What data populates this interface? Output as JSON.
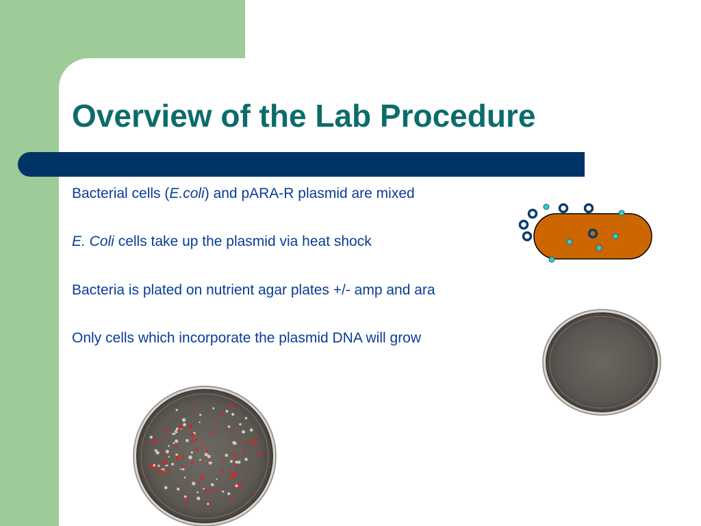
{
  "slide": {
    "title": "Overview of the Lab Procedure",
    "bullets": [
      {
        "pre": "Bacterial cells (",
        "em": "E.coli",
        "post": ") and pARA-R plasmid are mixed"
      },
      {
        "pre": "",
        "em": "E. Coli",
        "post": " cells take up the plasmid via heat shock"
      },
      {
        "pre": "Bacteria is plated on nutrient agar plates +/- amp and ara",
        "em": "",
        "post": ""
      },
      {
        "pre": "Only cells which incorporate the plasmid DNA will grow",
        "em": "",
        "post": ""
      }
    ]
  },
  "colors": {
    "background_accent": "#9dcc98",
    "title": "#0c6c6a",
    "title_bar": "#003466",
    "bullet_text": "#0a3c96",
    "bacterium_fill": "#cc6600",
    "plasmid_ring": "#0a3c6e",
    "small_dot": "#3cc8c8",
    "colony_red": "#e02020"
  }
}
